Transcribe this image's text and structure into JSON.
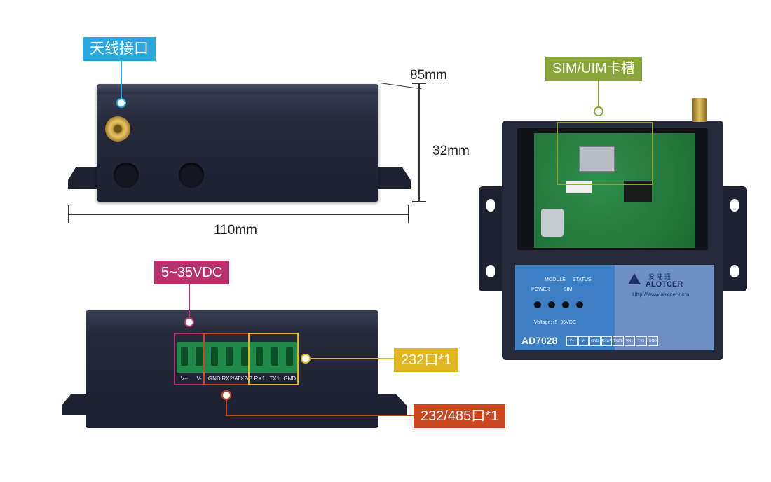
{
  "callouts": {
    "antenna": "天线接口",
    "sim": "SIM/UIM卡槽",
    "power": "5~35VDC",
    "rs232": "232口*1",
    "rs485": "232/485口*1"
  },
  "dimensions": {
    "depth": "85mm",
    "height": "32mm",
    "width": "110mm"
  },
  "terminal_labels": [
    "V+",
    "V-",
    "GND",
    "RX2/A",
    "TX2/B",
    "RX1",
    "TX1",
    "GND"
  ],
  "front_panel": {
    "led_labels": {
      "power": "POWER",
      "module": "MODULE",
      "sim": "SIM",
      "status": "STATUS"
    },
    "voltage": "Voltage:+5~35VDC",
    "model": "AD7028",
    "brand_cn": "爱 陆 通",
    "brand": "ALOTCER",
    "url": "Http://www.alotcer.com",
    "pin_labels": [
      "V+",
      "V-",
      "GND",
      "RX2/A",
      "TX2/B",
      "RX1",
      "TX1",
      "GND"
    ]
  },
  "colors": {
    "antenna_callout": "#2aa7dd",
    "sim_callout": "#8aa63a",
    "power_callout": "#b8336e",
    "rs232_callout": "#e0b621",
    "rs485_callout": "#c9461e",
    "device_body": "#2a2f42",
    "terminal_green": "#1f8a4a",
    "panel_blue": "#3d7fc4"
  }
}
